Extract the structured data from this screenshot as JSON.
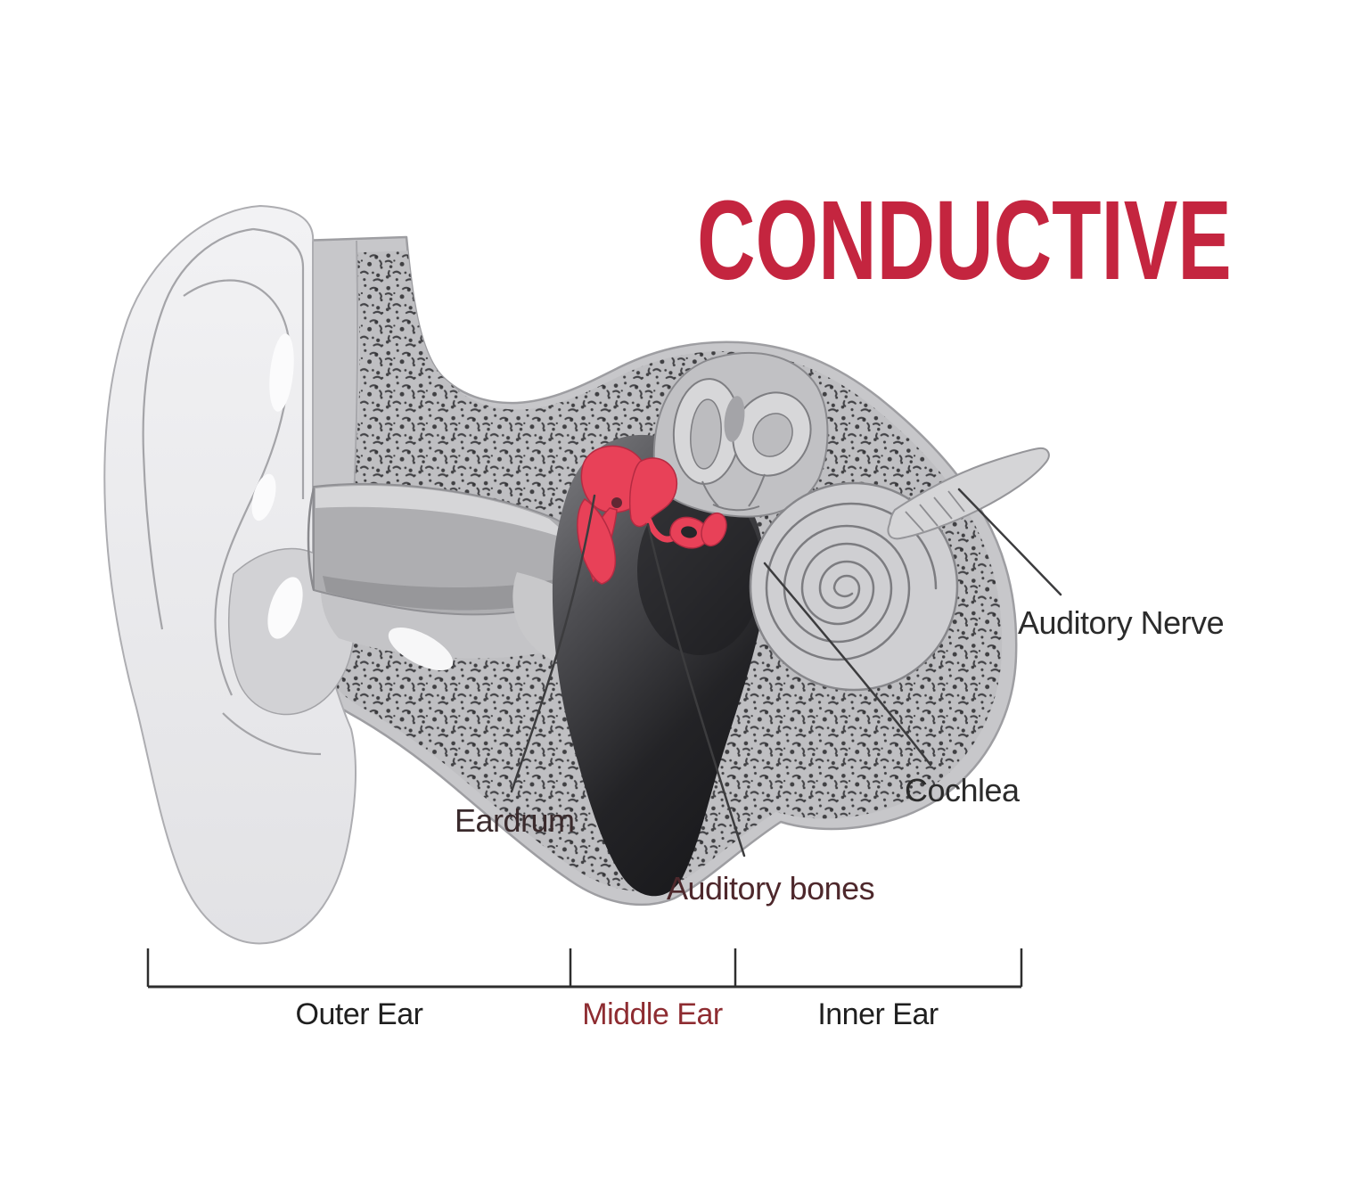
{
  "title": {
    "text": "CONDUCTIVE"
  },
  "callouts": {
    "auditory_nerve": {
      "label": "Auditory Nerve"
    },
    "cochlea": {
      "label": "Cochlea"
    },
    "eardrum": {
      "label": "Eardrum"
    },
    "auditory_bones": {
      "label": "Auditory bones"
    }
  },
  "scale": {
    "outer": {
      "label": "Outer Ear"
    },
    "middle": {
      "label": "Middle Ear"
    },
    "inner": {
      "label": "Inner Ear"
    }
  },
  "colors": {
    "title_red": "#C4253F",
    "highlight_red": "#E84158",
    "highlight_red_edge": "#B52B42",
    "middle_ear_label_red": "#8E2C31",
    "label_dark": "#2B2B2B",
    "bone_gray": "#C7C7CA",
    "cavity_dark": "#202023",
    "leader_line": "#3C3C3E"
  }
}
